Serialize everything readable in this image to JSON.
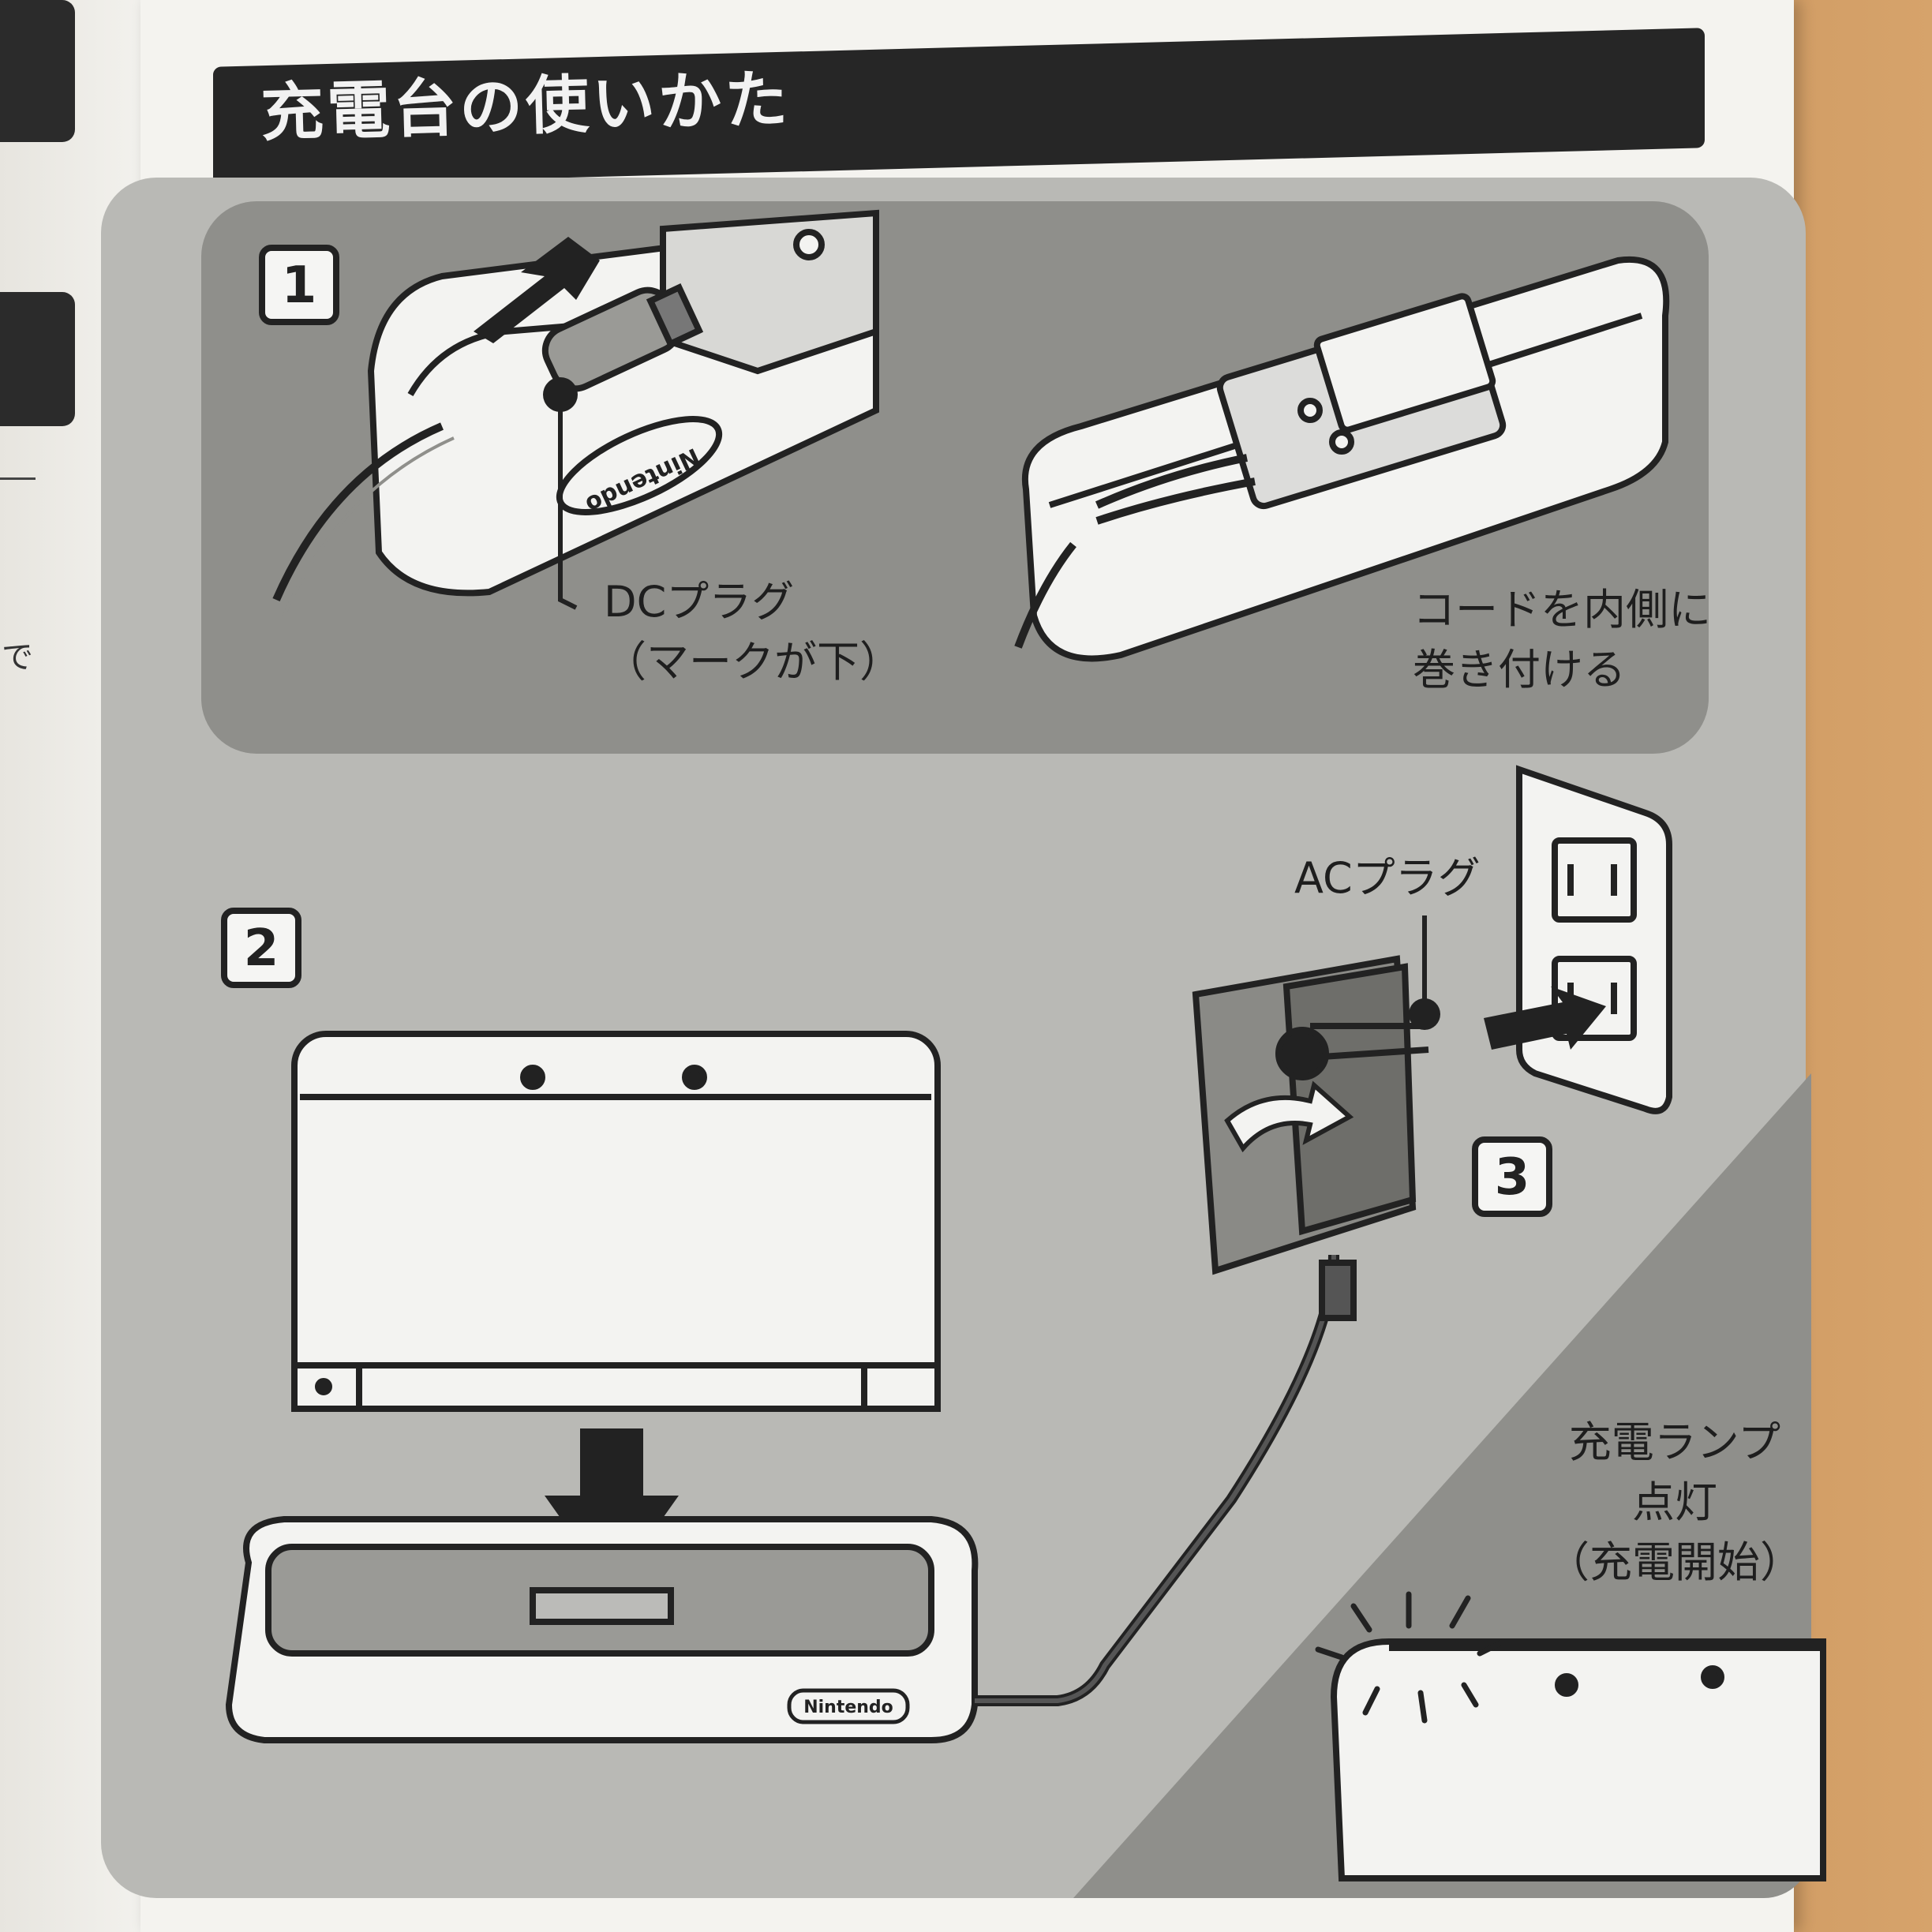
{
  "title": "充電台の使いかた",
  "steps": {
    "s1": "1",
    "s2": "2",
    "s3": "3"
  },
  "labels": {
    "dc_plug": [
      "DCプラグ",
      "（マークが下）"
    ],
    "cord_wrap": [
      "コードを内側に",
      "巻き付ける"
    ],
    "ac_plug": "ACプラグ",
    "lamp": [
      "充電ランプ",
      "点灯",
      "（充電開始）"
    ],
    "logo": "Nintendo"
  },
  "prev_page": {
    "char": "で"
  },
  "colors": {
    "title_bg": "#262626",
    "panel_light": "#b9b9b5",
    "panel_dark": "#8f8f8b",
    "paper": "#f4f3ef",
    "wood": "#c9955a"
  },
  "icons": [
    "arrow-right-icon",
    "arrow-down-icon",
    "arrow-curved-icon",
    "lamp-glow-icon"
  ]
}
